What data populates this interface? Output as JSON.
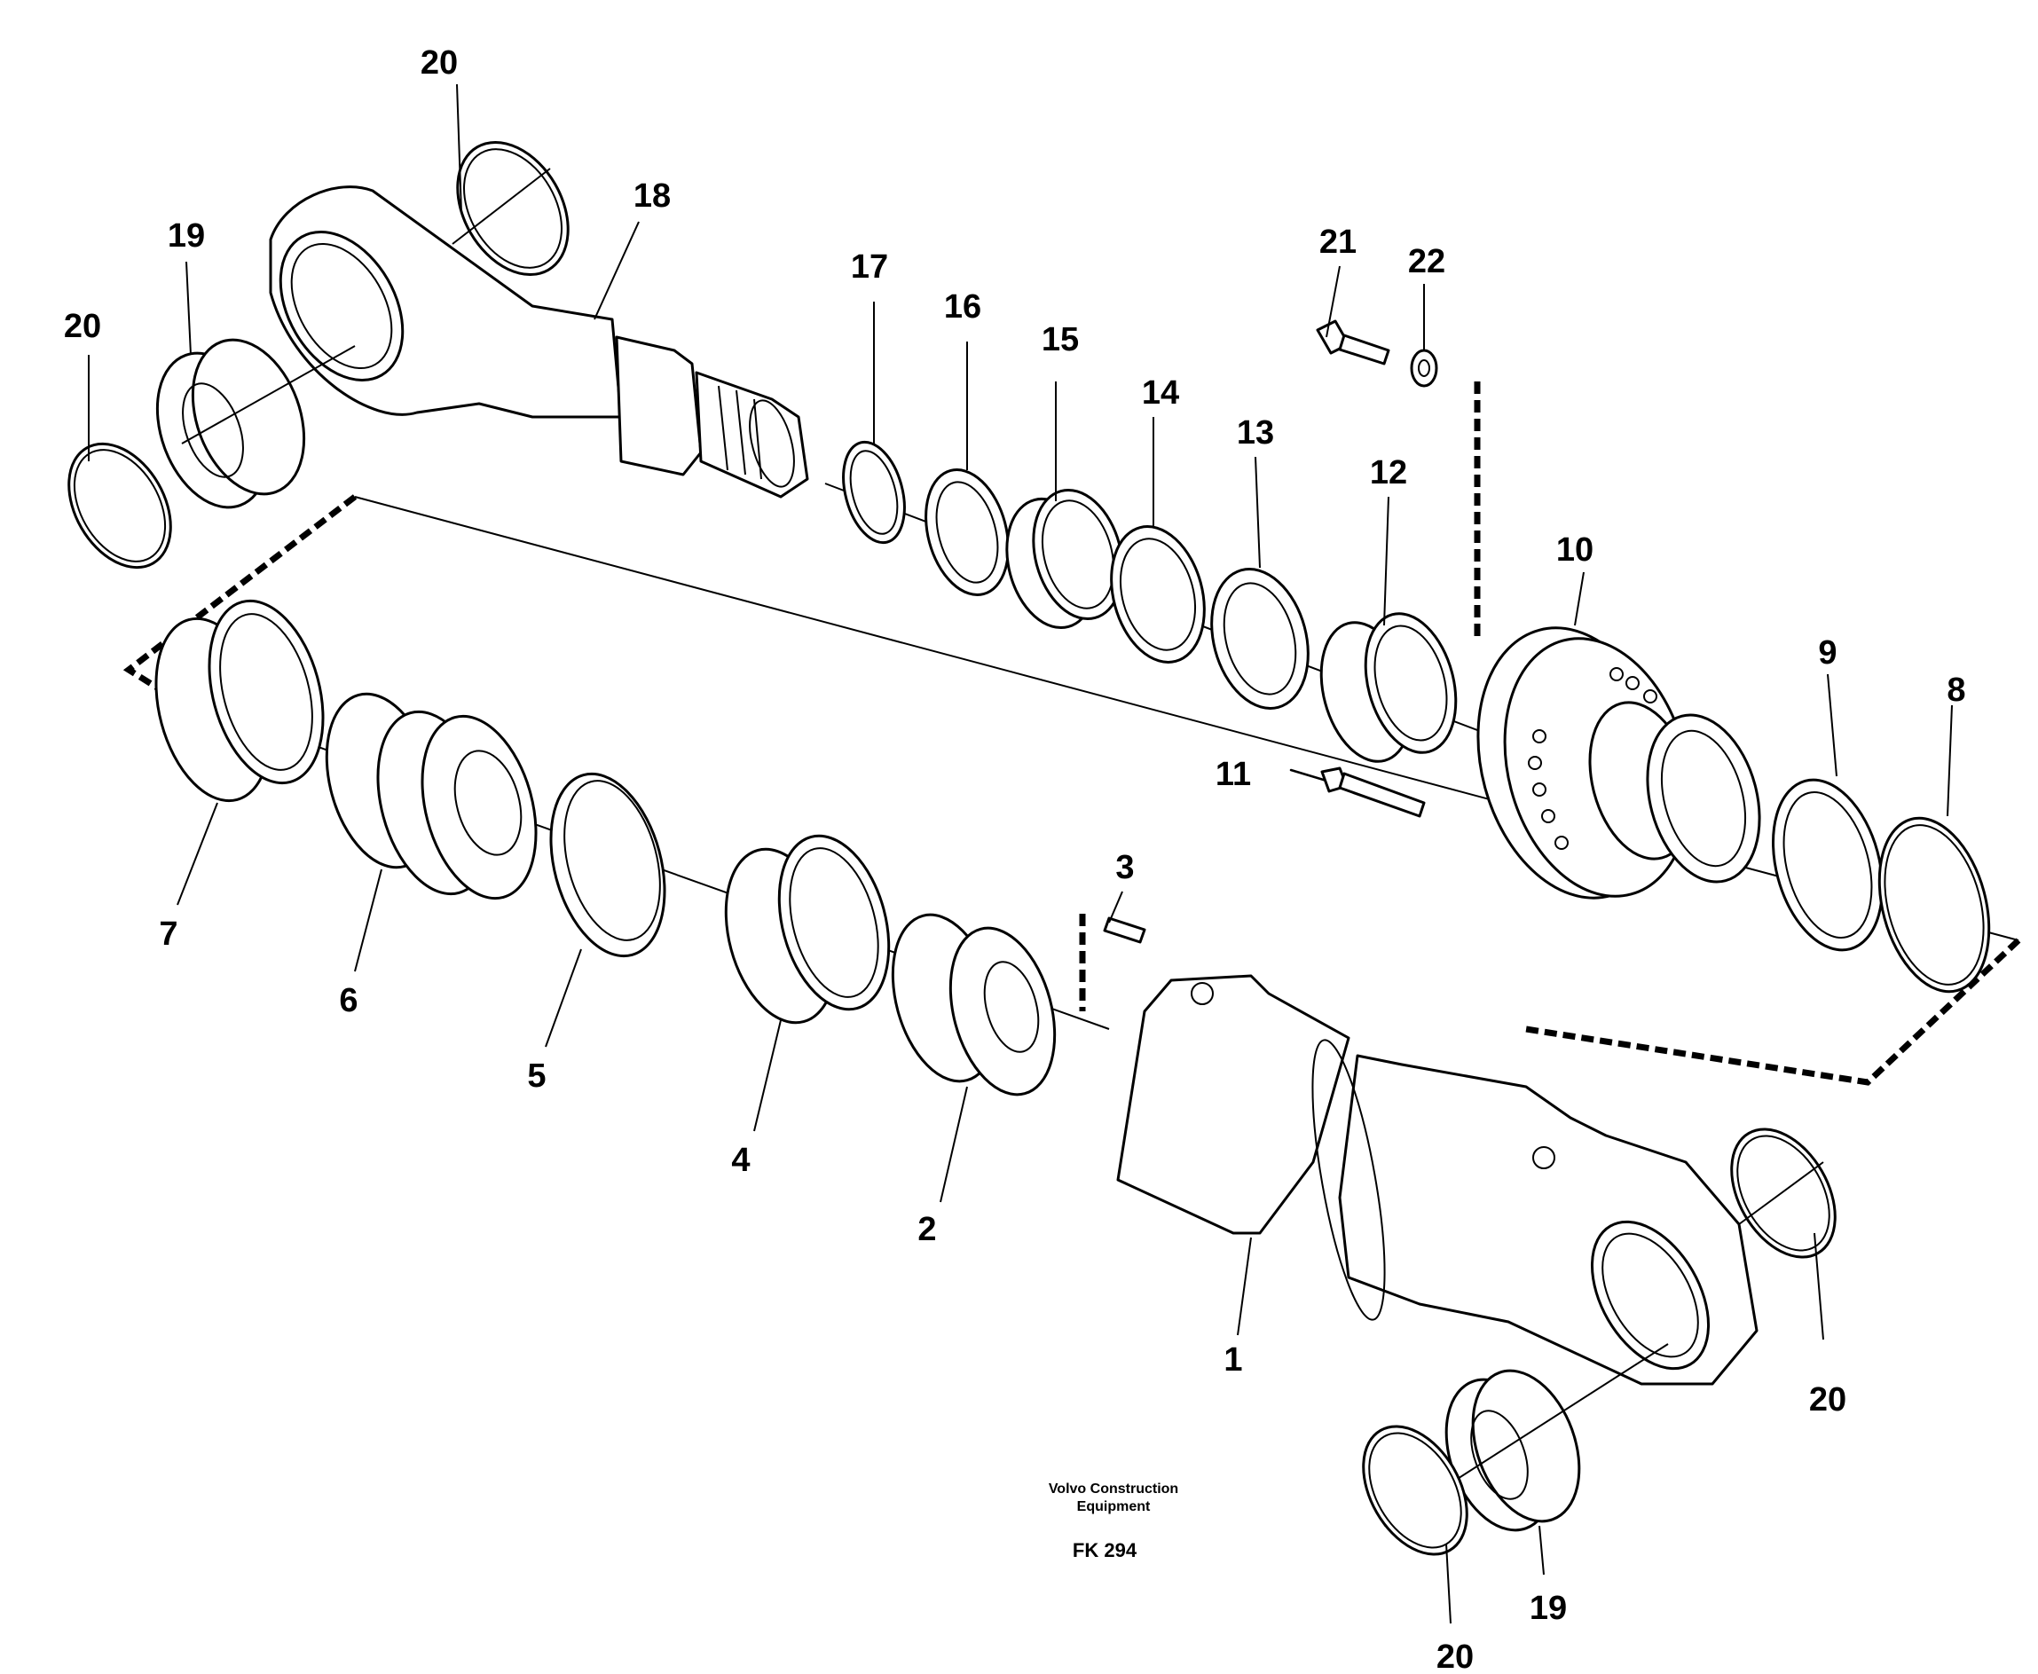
{
  "labels": {
    "l1": "1",
    "l2": "2",
    "l3": "3",
    "l4": "4",
    "l5": "5",
    "l6": "6",
    "l7": "7",
    "l8": "8",
    "l9": "9",
    "l10": "10",
    "l11": "11",
    "l12": "12",
    "l13": "13",
    "l14": "14",
    "l15": "15",
    "l16": "16",
    "l17": "17",
    "l18": "18",
    "l19a": "19",
    "l19b": "19",
    "l20a": "20",
    "l20b": "20",
    "l20c": "20",
    "l20d": "20",
    "l21": "21",
    "l22": "22"
  },
  "caption": {
    "line1": "Volvo Construction",
    "line2": "Equipment",
    "code": "FK 294"
  }
}
